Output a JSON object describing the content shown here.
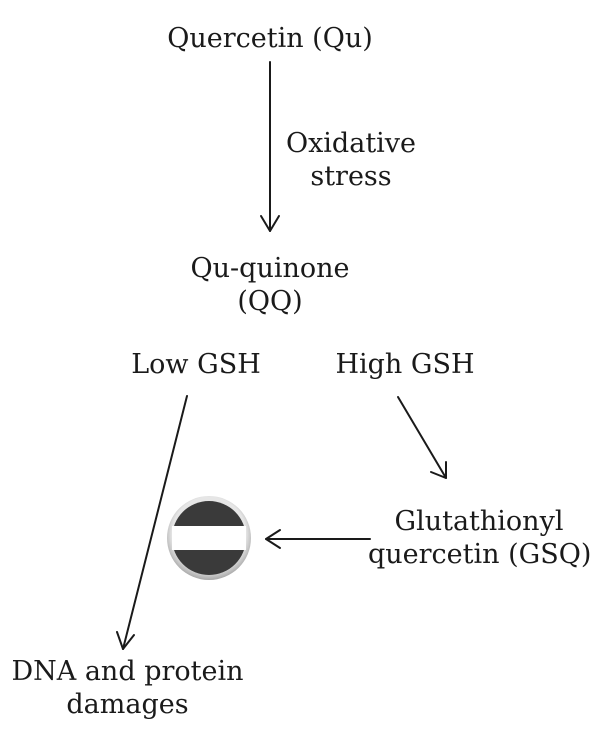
{
  "nodes": {
    "quercetin": {
      "label": "Quercetin (Qu)"
    },
    "oxidative": {
      "line1": "Oxidative",
      "line2": "stress"
    },
    "quinone": {
      "line1": "Qu-quinone",
      "line2": "(QQ)"
    },
    "low_gsh": {
      "label": "Low GSH"
    },
    "high_gsh": {
      "label": "High GSH"
    },
    "gsq": {
      "line1": "Glutathionyl",
      "line2": "quercetin (GSQ)"
    },
    "damage": {
      "line1": "DNA and protein",
      "line2": "damages"
    }
  },
  "icons": {
    "block": "no-entry-icon"
  },
  "colors": {
    "text": "#1a1a1a",
    "arrow": "#1a1a1a",
    "block_fill": "#3a3a3a",
    "block_bar": "#ffffff",
    "block_ring": "#bdbdbd"
  }
}
